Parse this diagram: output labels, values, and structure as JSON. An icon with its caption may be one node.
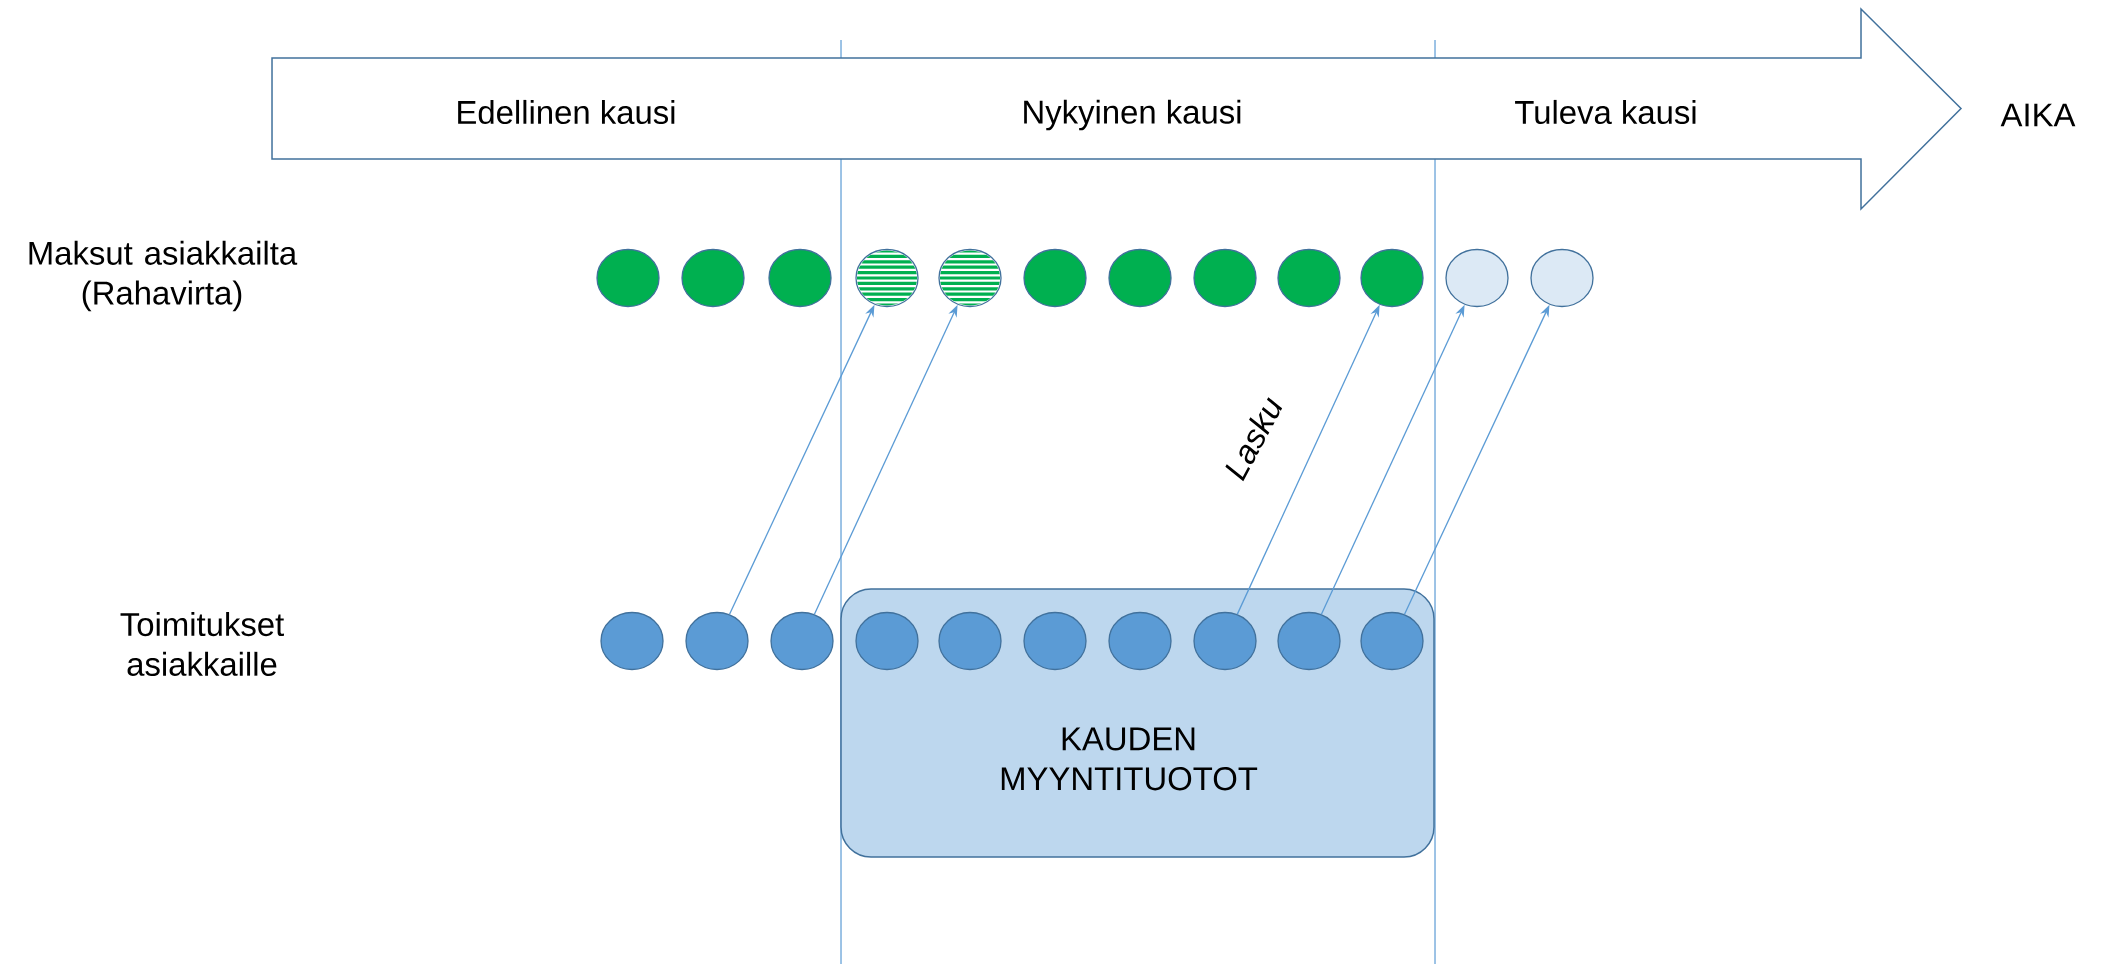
{
  "diagram": {
    "nodes": [
      {
        "text": [
          "Edellinen kausi",
          "Nykyinen kausi",
          "Tuleva kausi"
        ],
        "beside": [
          "AIKA"
        ]
      },
      {
        "text": [],
        "shape": "circle"
      },
      {
        "text": [],
        "shape": "circle"
      },
      {
        "text": [],
        "shape": "circle"
      },
      {
        "text": [],
        "shape": "circle"
      },
      {
        "text": [],
        "shape": "circle"
      },
      {
        "text": [],
        "shape": "circle"
      },
      {
        "text": [],
        "shape": "circle"
      },
      {
        "text": [],
        "shape": "circle"
      },
      {
        "text": [],
        "shape": "circle"
      },
      {
        "text": [],
        "shape": "circle"
      },
      {
        "text": [],
        "shape": "circle"
      },
      {
        "text": [],
        "shape": "circle"
      },
      {
        "text": [
          "KAUDEN MYYNTITUOTOT"
        ]
      },
      {
        "text": [],
        "shape": "circle"
      },
      {
        "text": [],
        "shape": "circle"
      },
      {
        "text": [],
        "shape": "circle"
      },
      {
        "text": [],
        "shape": "circle",
        "in": 13
      },
      {
        "text": [],
        "shape": "circle",
        "in": 13
      },
      {
        "text": [],
        "shape": "circle",
        "in": 13
      },
      {
        "text": [],
        "shape": "circle",
        "in": 13
      },
      {
        "text": [],
        "shape": "circle",
        "in": 13
      },
      {
        "text": [],
        "shape": "circle",
        "in": 13
      },
      {
        "text": [],
        "shape": "circle",
        "in": 13
      }
    ],
    "edges": [
      {
        "from": 15,
        "to": 4,
        "arrow": "to"
      },
      {
        "from": 16,
        "to": 5,
        "arrow": "to"
      },
      {
        "from": 21,
        "to": 10,
        "arrow": "to",
        "label": "Lasku"
      },
      {
        "from": 22,
        "to": 11,
        "arrow": "to"
      },
      {
        "from": 23,
        "to": 12,
        "arrow": "to"
      }
    ],
    "labels": [
      "Maksut asiakkailta (Rahavirta)",
      "Toimitukset asiakkaille"
    ]
  }
}
